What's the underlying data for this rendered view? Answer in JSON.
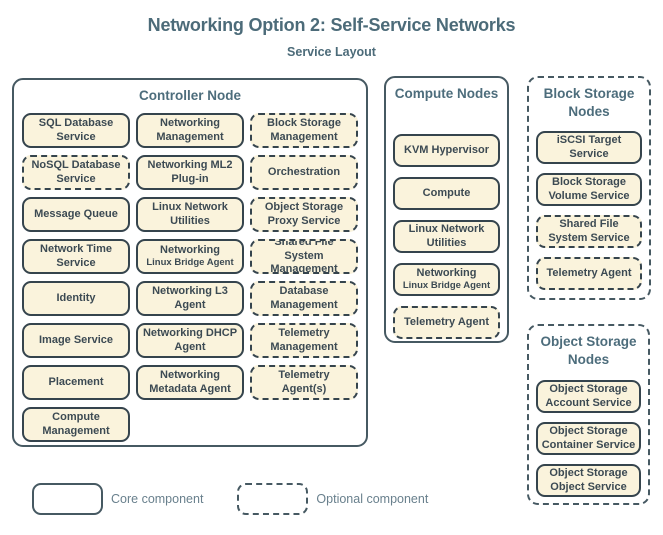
{
  "title": "Networking Option 2: Self-Service Networks",
  "subtitle": "Service Layout",
  "colors": {
    "bg": "#ffffff",
    "cream": "#faf3dc",
    "box-border": "#35444d",
    "container-border": "#465962",
    "title-color": "#4c6b79",
    "node-title": "#4d6d7c",
    "box-text": "#3c4a53",
    "legend-text": "#69808d"
  },
  "nodes": [
    {
      "id": "controller",
      "title": "Controller Node",
      "border": "solid",
      "services": [
        {
          "label": "SQL Database Service",
          "optional": false
        },
        {
          "label": "Networking Management",
          "optional": false
        },
        {
          "label": "Block Storage Management",
          "optional": true
        },
        {
          "label": "NoSQL Database Service",
          "optional": true
        },
        {
          "label": "Networking ML2 Plug-in",
          "optional": false
        },
        {
          "label": "Orchestration",
          "optional": true
        },
        {
          "label": "Message Queue",
          "optional": false
        },
        {
          "label": "Linux Network Utilities",
          "optional": false
        },
        {
          "label": "Object Storage Proxy Service",
          "optional": true
        },
        {
          "label": "Network Time Service",
          "optional": false
        },
        {
          "label": "Networking",
          "sublabel": "Linux Bridge Agent",
          "optional": false
        },
        {
          "label": "Shared File System Management",
          "optional": true
        },
        {
          "label": "Identity",
          "optional": false
        },
        {
          "label": "Networking L3 Agent",
          "optional": false
        },
        {
          "label": "Database Management",
          "optional": true
        },
        {
          "label": "Image Service",
          "optional": false
        },
        {
          "label": "Networking DHCP Agent",
          "optional": false
        },
        {
          "label": "Telemetry Management",
          "optional": true
        },
        {
          "label": "Placement",
          "optional": false
        },
        {
          "label": "Networking Metadata Agent",
          "optional": false
        },
        {
          "label": "Telemetry Agent(s)",
          "optional": true
        },
        {
          "label": "Compute Management",
          "optional": false
        }
      ]
    },
    {
      "id": "compute",
      "title": "Compute Nodes",
      "border": "solid",
      "services": [
        {
          "label": "KVM Hypervisor",
          "optional": false
        },
        {
          "label": "Compute",
          "optional": false
        },
        {
          "label": "Linux Network Utilities",
          "optional": false
        },
        {
          "label": "Networking",
          "sublabel": "Linux Bridge Agent",
          "optional": false
        },
        {
          "label": "Telemetry Agent",
          "optional": true
        }
      ]
    },
    {
      "id": "block-storage",
      "title": "Block Storage Nodes",
      "border": "dashed",
      "services": [
        {
          "label": "iSCSI Target Service",
          "optional": false
        },
        {
          "label": "Block Storage Volume Service",
          "optional": false
        },
        {
          "label": "Shared File System Service",
          "optional": true
        },
        {
          "label": "Telemetry Agent",
          "optional": true
        }
      ]
    },
    {
      "id": "object-storage",
      "title": "Object Storage Nodes",
      "border": "dashed",
      "services": [
        {
          "label": "Object Storage Account Service",
          "optional": false
        },
        {
          "label": "Object Storage Container Service",
          "optional": false
        },
        {
          "label": "Object Storage Object Service",
          "optional": false
        }
      ]
    }
  ],
  "legend": {
    "core_label": "Core component",
    "optional_label": "Optional component"
  }
}
